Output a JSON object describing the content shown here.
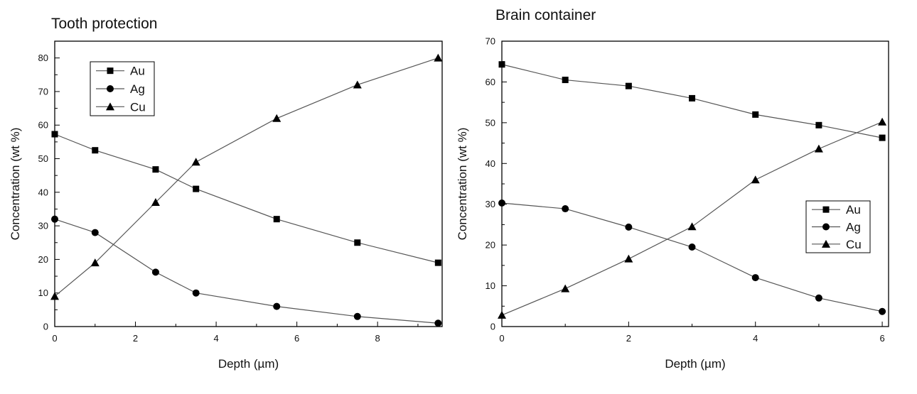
{
  "chart_data": [
    {
      "type": "line",
      "title": "Tooth protection",
      "xlabel": "Depth (µm)",
      "ylabel": "Concentration (wt %)",
      "xlim": [
        0,
        9.6
      ],
      "ylim": [
        0,
        85
      ],
      "xticks": [
        0,
        2,
        4,
        6,
        8
      ],
      "yticks": [
        0,
        10,
        20,
        30,
        40,
        50,
        60,
        70,
        80
      ],
      "grid": false,
      "legend_position": "top-left",
      "x": [
        0,
        1,
        2.5,
        3.5,
        5.5,
        7.5,
        9.5
      ],
      "series": [
        {
          "name": "Au",
          "marker": "square",
          "values": [
            57.3,
            52.5,
            46.8,
            41,
            32,
            25,
            19
          ]
        },
        {
          "name": "Ag",
          "marker": "circle",
          "values": [
            32,
            28,
            16.2,
            10,
            6,
            3,
            1
          ]
        },
        {
          "name": "Cu",
          "marker": "triangle",
          "values": [
            9,
            19,
            37,
            49,
            62,
            72,
            80
          ]
        }
      ]
    },
    {
      "type": "line",
      "title": "Brain container",
      "xlabel": "Depth (µm)",
      "ylabel": "Concentration (wt %)",
      "xlim": [
        0,
        6.1
      ],
      "ylim": [
        0,
        70
      ],
      "xticks": [
        0,
        2,
        4,
        6
      ],
      "yticks": [
        0,
        10,
        20,
        30,
        40,
        50,
        60,
        70
      ],
      "grid": false,
      "legend_position": "right",
      "x": [
        0,
        1,
        2,
        3,
        4,
        5,
        6
      ],
      "series": [
        {
          "name": "Au",
          "marker": "square",
          "values": [
            64.3,
            60.5,
            59,
            56,
            52,
            49.4,
            46.3
          ]
        },
        {
          "name": "Ag",
          "marker": "circle",
          "values": [
            30.3,
            28.9,
            24.4,
            19.5,
            12,
            7,
            3.7
          ]
        },
        {
          "name": "Cu",
          "marker": "triangle",
          "values": [
            2.8,
            9.3,
            16.6,
            24.5,
            36,
            43.6,
            50.2
          ]
        }
      ]
    }
  ],
  "colors": {
    "line": "#555555",
    "marker": "#000000",
    "axis": "#000000"
  }
}
